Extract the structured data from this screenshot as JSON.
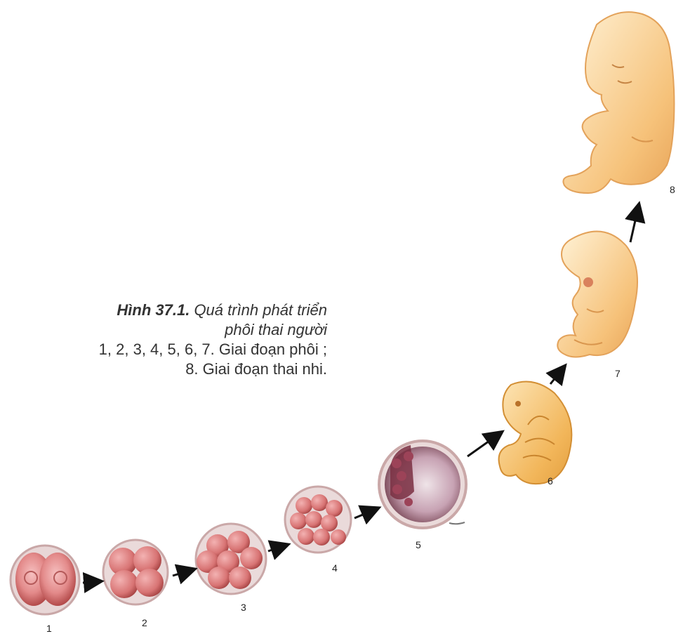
{
  "caption": {
    "figure_number": "Hình 37.1.",
    "title_line1": "Quá trình phát triển",
    "title_line2": "phôi thai người",
    "note_line1": "1, 2, 3, 4, 5, 6, 7. Giai đoạn phôi ;",
    "note_line2": "8. Giai đoạn thai nhi."
  },
  "stages": [
    {
      "label": "1"
    },
    {
      "label": "2"
    },
    {
      "label": "3"
    },
    {
      "label": "4"
    },
    {
      "label": "5"
    },
    {
      "label": "6"
    },
    {
      "label": "7"
    },
    {
      "label": "8"
    }
  ],
  "colors": {
    "cell_fill": "#e38a8a",
    "cell_dark": "#b34a4a",
    "membrane": "#d9c0c0",
    "embryo_fill": "#f4b860",
    "embryo_light": "#fde6b8",
    "fetus_fill": "#f6c27a",
    "arrow": "#111111"
  }
}
